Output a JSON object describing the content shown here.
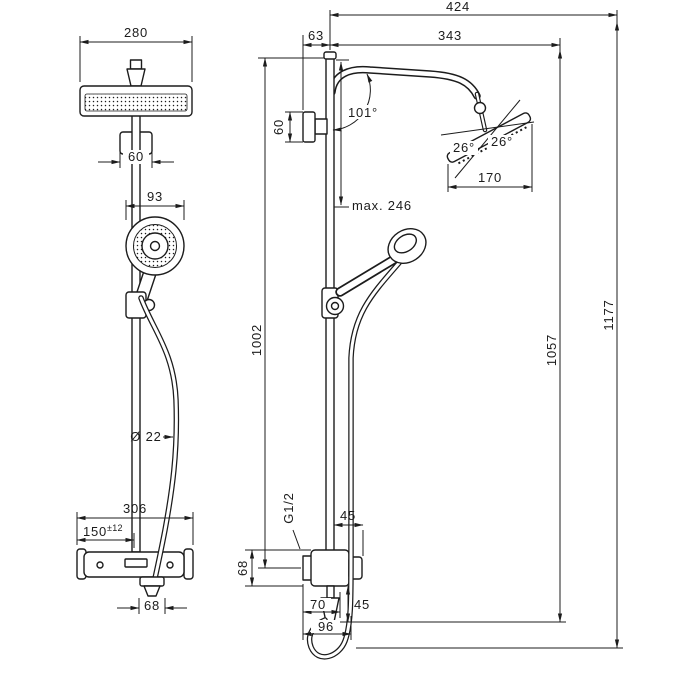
{
  "front_view": {
    "head_width": "280",
    "bracket_width": "60",
    "hand_shower_width": "93",
    "hose_diameter": "Ø 22",
    "valve_width": "306",
    "connection_spacing": "150",
    "connection_tolerance": "±12",
    "outlet_width": "68"
  },
  "side_view": {
    "overall_depth": "424",
    "arm_depth": "343",
    "wall_to_pipe": "63",
    "arm_angle": "101°",
    "bracket_height": "60",
    "pipe_extension": "max. 246",
    "head_tilt_left": "26°",
    "head_tilt_right": "26°",
    "head_depth": "170",
    "height_to_arm": "1002",
    "height_to_head": "1057",
    "overall_height": "1177",
    "thread_size": "G1/2",
    "valve_front_depth": "45",
    "valve_height": "68",
    "valve_depth": "70",
    "outlet_drop": "45",
    "outlet_depth": "96"
  }
}
